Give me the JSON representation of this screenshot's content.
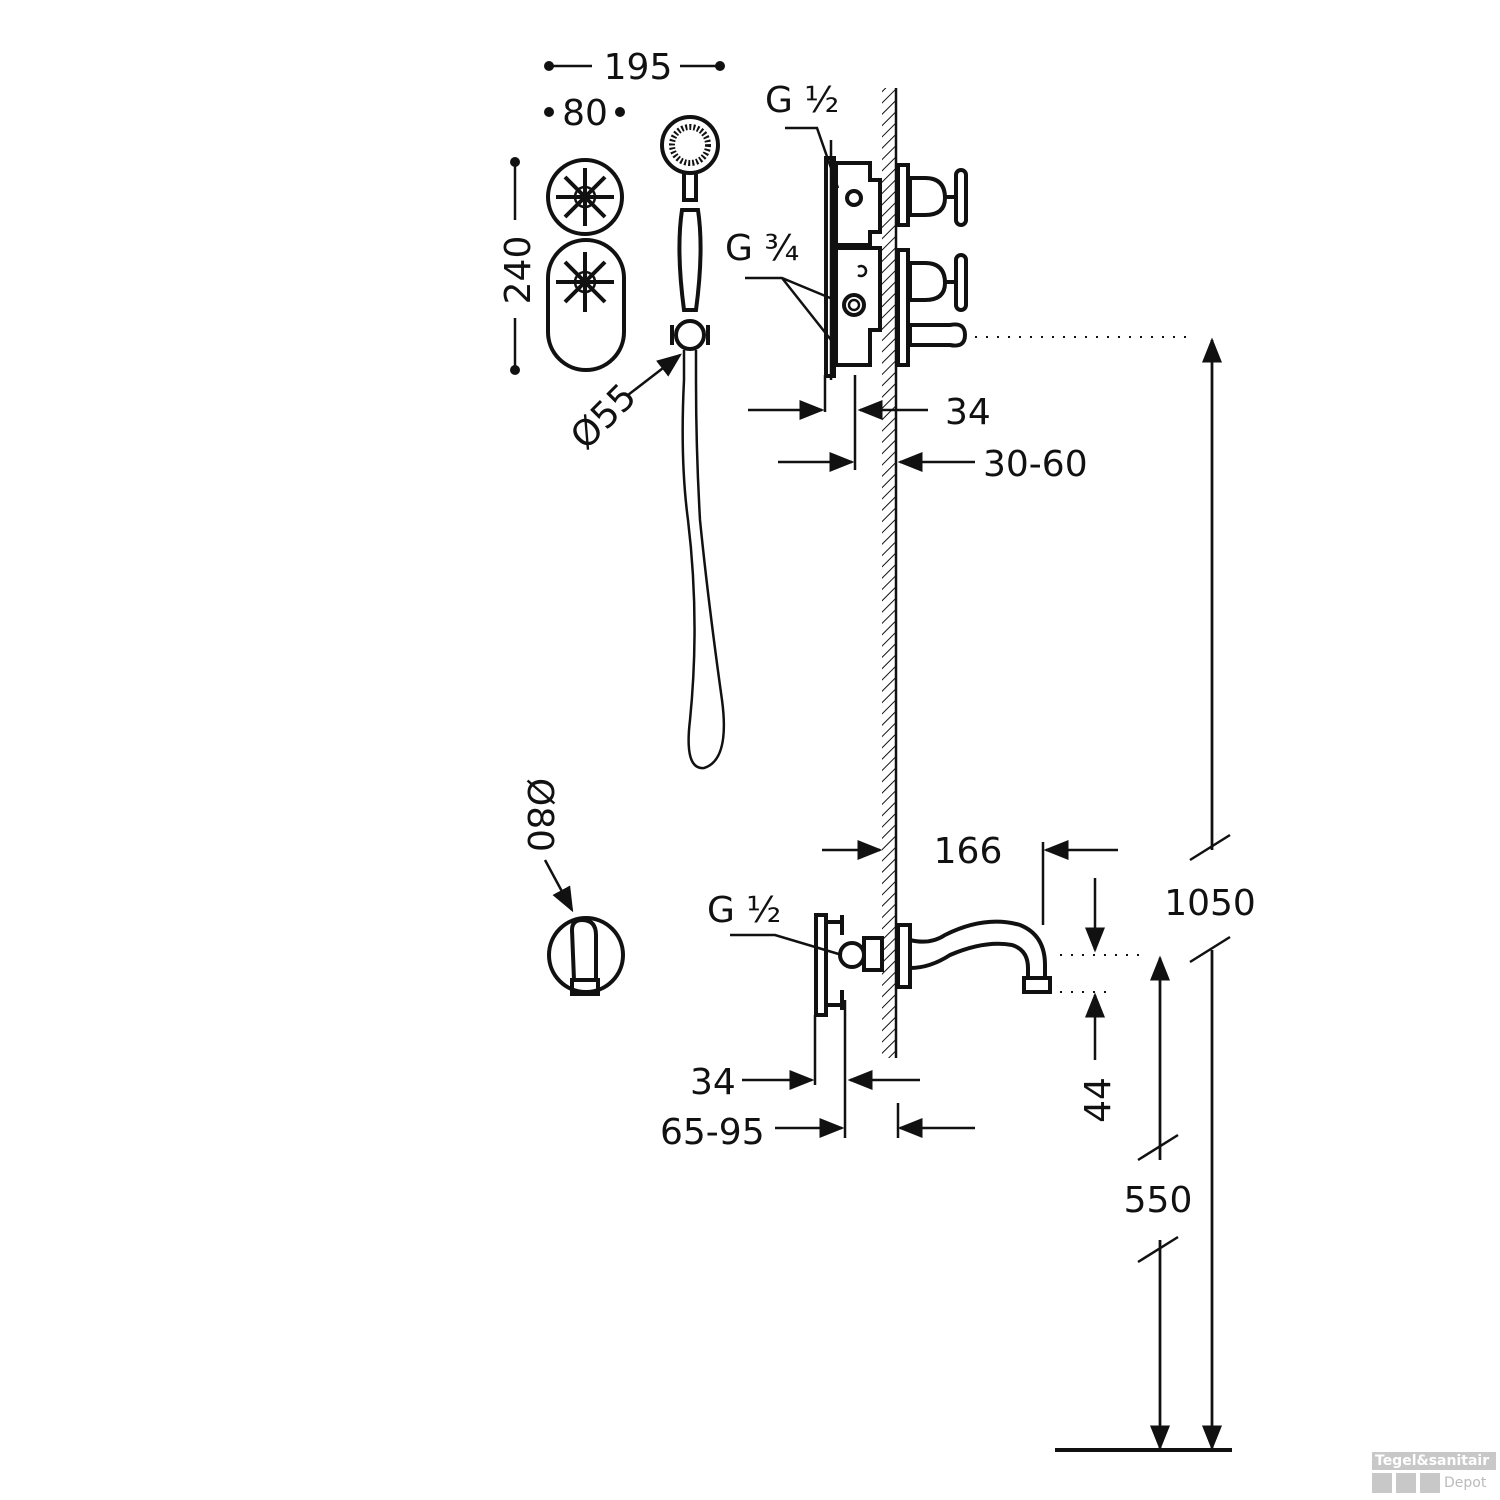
{
  "drawing": {
    "dimensions": {
      "width_total": "195",
      "rosette_width": "80",
      "height_plate": "240",
      "shower_head_diameter": "Ø55",
      "thread_upper_1": "G ½",
      "thread_upper_2": "G ¾",
      "depth_upper": "34",
      "wall_range_upper": "30-60",
      "spout_projection": "166",
      "valve_height": "1050",
      "spout_drop": "44",
      "spout_height": "550",
      "thread_lower": "G ½",
      "depth_lower": "34",
      "wall_range_lower": "65-95",
      "spout_rosette_diameter": "Ø80"
    }
  },
  "watermark": {
    "brand": "Tegel&sanitair",
    "sub": "Depot"
  }
}
